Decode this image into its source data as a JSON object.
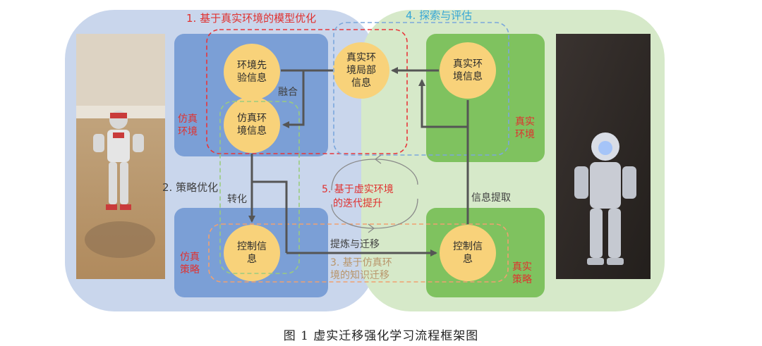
{
  "regions": {
    "sim_region_color": "#c9d6ec",
    "real_region_color": "#d6e9c9"
  },
  "sections": {
    "s1": "1. 基于真实环境的模型优化",
    "s2": "2. 策略优化",
    "s3a": "3. 基于仿真环",
    "s3b": "境的知识迁移",
    "s4": "4. 探索与评估",
    "s5a": "5. 基于虚实环境",
    "s5b": "的迭代提升"
  },
  "panels": {
    "sim_env_label": [
      "仿真",
      "环境"
    ],
    "sim_policy_label": [
      "仿真",
      "策略"
    ],
    "real_env_label": [
      "真实",
      "环境"
    ],
    "real_policy_label": [
      "真实",
      "策略"
    ]
  },
  "nodes": {
    "env_prior": [
      "环境先",
      "验信息"
    ],
    "real_local": [
      "真实环",
      "境局部",
      "信息"
    ],
    "real_env_info": [
      "真实环",
      "境信息"
    ],
    "sim_env_info": [
      "仿真环",
      "境信息"
    ],
    "sim_control": [
      "控制信",
      "息"
    ],
    "real_control": [
      "控制信",
      "息"
    ]
  },
  "arrows": {
    "fusion": "融合",
    "transform": "转化",
    "distill": "提炼与迁移",
    "extract": "信息提取"
  },
  "caption": "图 1    虚实迁移强化学习流程框架图",
  "colors": {
    "blue_panel": "#7b9fd6",
    "green_panel": "#7fc25f",
    "node_fill": "#f8d27a",
    "arrow": "#555555",
    "red_dash": "#e8363a",
    "blue_dash": "#7ba7dc",
    "green_dash": "#9acb7f",
    "orange_dash": "#f0a070"
  }
}
